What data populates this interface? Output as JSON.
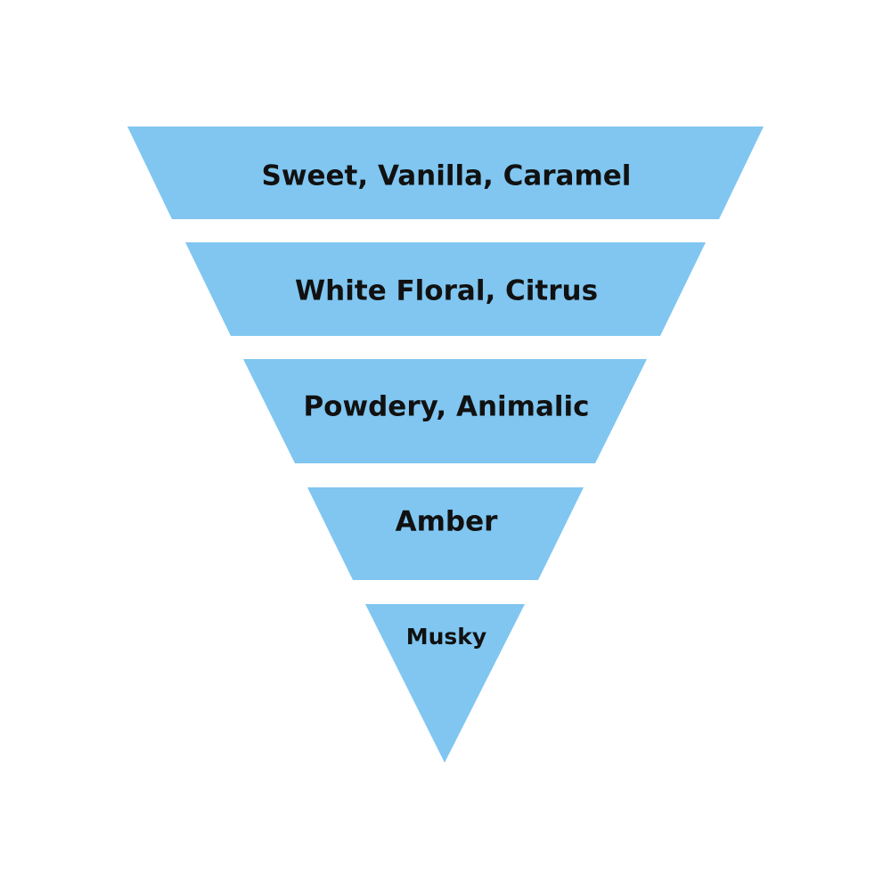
{
  "diagram": {
    "type": "inverted-pyramid",
    "fill_color": "#80c6f1",
    "text_color": "#111111",
    "tiers": [
      {
        "label": "Sweet, Vanilla, Caramel"
      },
      {
        "label": "White Floral, Citrus"
      },
      {
        "label": "Powdery, Animalic"
      },
      {
        "label": "Amber"
      },
      {
        "label": "Musky"
      }
    ]
  }
}
